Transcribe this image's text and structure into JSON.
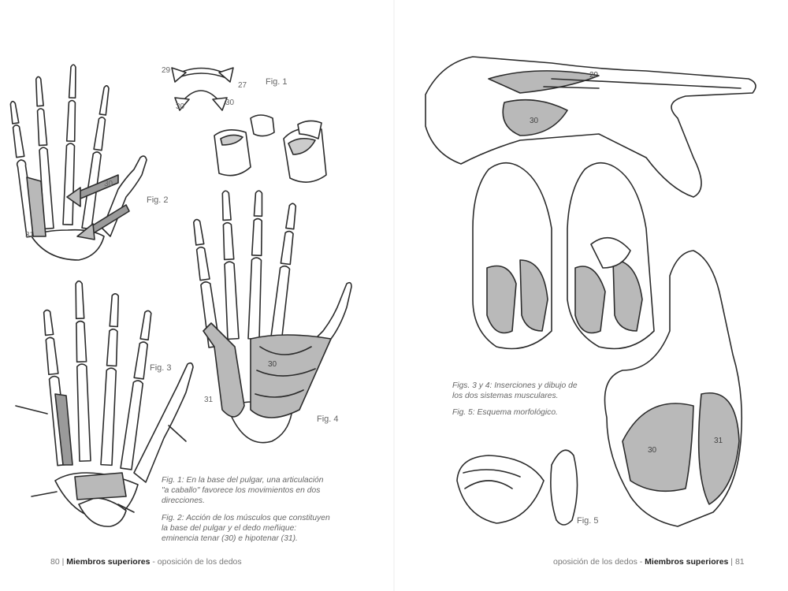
{
  "left_page": {
    "figure_labels": {
      "fig1": "Fig. 1",
      "fig2": "Fig. 2",
      "fig3": "Fig. 3",
      "fig4": "Fig. 4"
    },
    "numbers": {
      "n29": "29",
      "n27": "27",
      "n30a": "30",
      "n30b": "30",
      "n30c": "30",
      "n31a": "31",
      "n30d": "30",
      "n31b": "31"
    },
    "caption1": "Fig. 1: En la base del pulgar, una articulación \"a caballo\" favorece los movimientos en dos direcciones.",
    "caption2": "Fig. 2: Acción de los músculos que constituyen la base del pulgar y el dedo meñique: eminencia tenar (30) e hipotenar (31).",
    "footer": {
      "page": "80",
      "sep": "|",
      "section": "Miembros superiores",
      "subsection": "- oposición de los dedos"
    }
  },
  "right_page": {
    "numbers": {
      "n29": "29",
      "n30a": "30",
      "n30b": "30",
      "n31": "31"
    },
    "caption1": "Figs. 3 y 4: Inserciones y dibujo de los dos sistemas musculares.",
    "caption2": "Fig. 5: Esquema morfológico.",
    "figure_labels": {
      "fig5": "Fig. 5"
    },
    "footer": {
      "subsection": "oposición de los dedos -",
      "section": "Miembros superiores",
      "sep": "|",
      "page": "81"
    }
  },
  "colors": {
    "muscle": "#b9b9b9",
    "muscle_dark": "#9a9a9a",
    "bone": "#ffffff",
    "line": "#2b2b2b"
  }
}
